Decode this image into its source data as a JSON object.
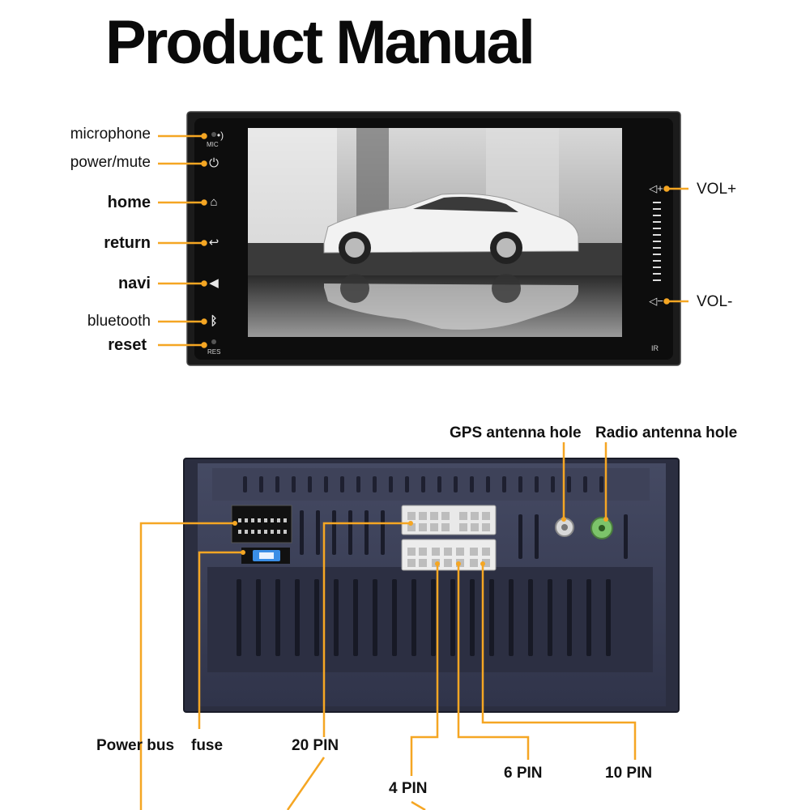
{
  "title": "Product Manual",
  "front_labels": {
    "microphone": "microphone",
    "power_mute": "power/mute",
    "home": "home",
    "return": "return",
    "navi": "navi",
    "bluetooth": "bluetooth",
    "reset": "reset",
    "vol_up": "VOL+",
    "vol_down": "VOL-"
  },
  "panel_marks": {
    "mic": "MIC",
    "res": "RES",
    "ir": "IR"
  },
  "back_labels": {
    "gps_antenna_hole": "GPS antenna hole",
    "radio_antenna_hole": "Radio antenna hole",
    "power_bus": "Power bus",
    "fuse": "fuse",
    "pin20": "20 PIN",
    "pin4": "4 PIN",
    "pin6": "6 PIN",
    "pin10": "10 PIN"
  },
  "colors": {
    "leader": "#f5a623",
    "device_front": "#151515",
    "device_back": "#3a3e55"
  }
}
